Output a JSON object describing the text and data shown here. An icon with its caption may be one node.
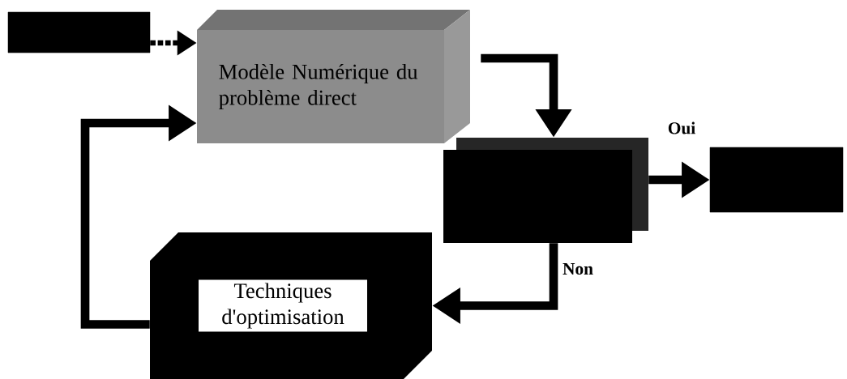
{
  "diagram": {
    "nodes": [
      {
        "text": [],
        "shape": "box"
      },
      {
        "text": [
          "Modèle Numérique du problème direct"
        ]
      },
      {
        "text": [],
        "shape": "box"
      },
      {
        "text": [],
        "shape": "box"
      },
      {
        "text": [
          "Techniques d'optimisation"
        ]
      }
    ],
    "edges": [
      {
        "from": 0,
        "to": 1,
        "arrow": "to",
        "style": "dashed"
      },
      {
        "from": 1,
        "to": 2,
        "arrow": "to"
      },
      {
        "from": 2,
        "to": 3,
        "arrow": "to",
        "label": "Oui"
      },
      {
        "from": 2,
        "to": 4,
        "arrow": "to",
        "label": "Non"
      },
      {
        "from": 4,
        "to": 1,
        "arrow": "to"
      }
    ]
  }
}
